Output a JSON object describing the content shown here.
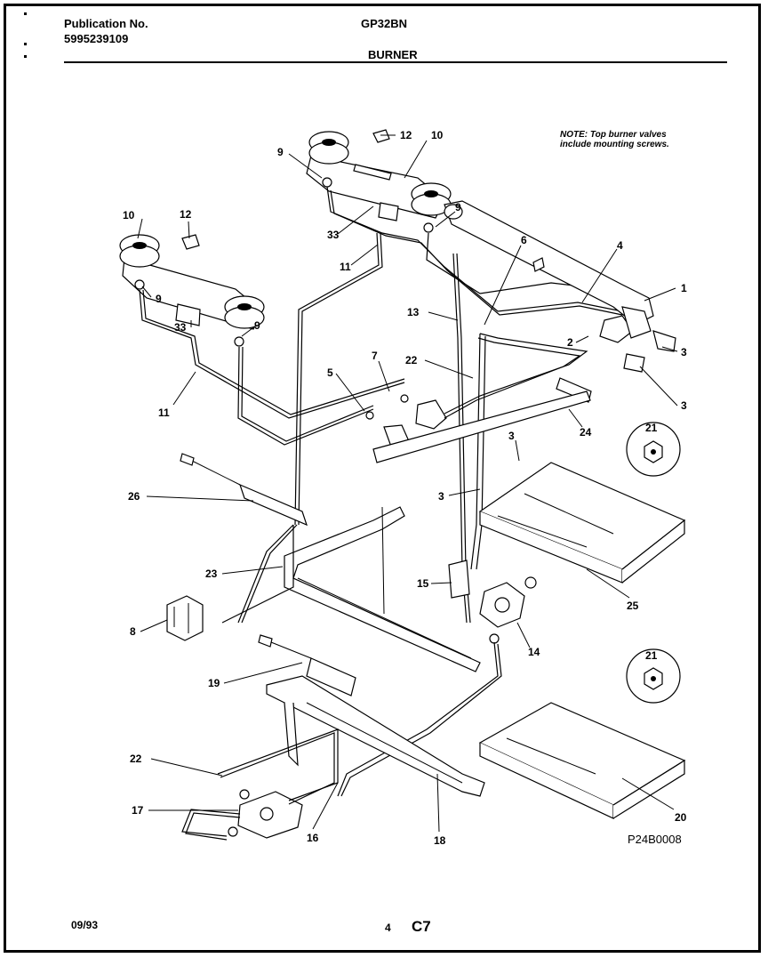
{
  "header": {
    "publication_label": "Publication No.",
    "publication_number": "5995239109",
    "model": "GP32BN",
    "section": "BURNER"
  },
  "note": {
    "line1": "NOTE: Top burner valves",
    "line2": "include mounting screws."
  },
  "drawing_code": "P24B0008",
  "footer": {
    "date": "09/93",
    "page": "4",
    "code": "C7"
  },
  "callouts": [
    "12",
    "10",
    "9",
    "10",
    "12",
    "9",
    "33",
    "11",
    "6",
    "4",
    "1",
    "9",
    "33",
    "9",
    "2",
    "3",
    "3",
    "13",
    "22",
    "7",
    "5",
    "11",
    "24",
    "21",
    "3",
    "3",
    "26",
    "23",
    "15",
    "25",
    "8",
    "14",
    "19",
    "21",
    "22",
    "17",
    "16",
    "18",
    "20"
  ]
}
